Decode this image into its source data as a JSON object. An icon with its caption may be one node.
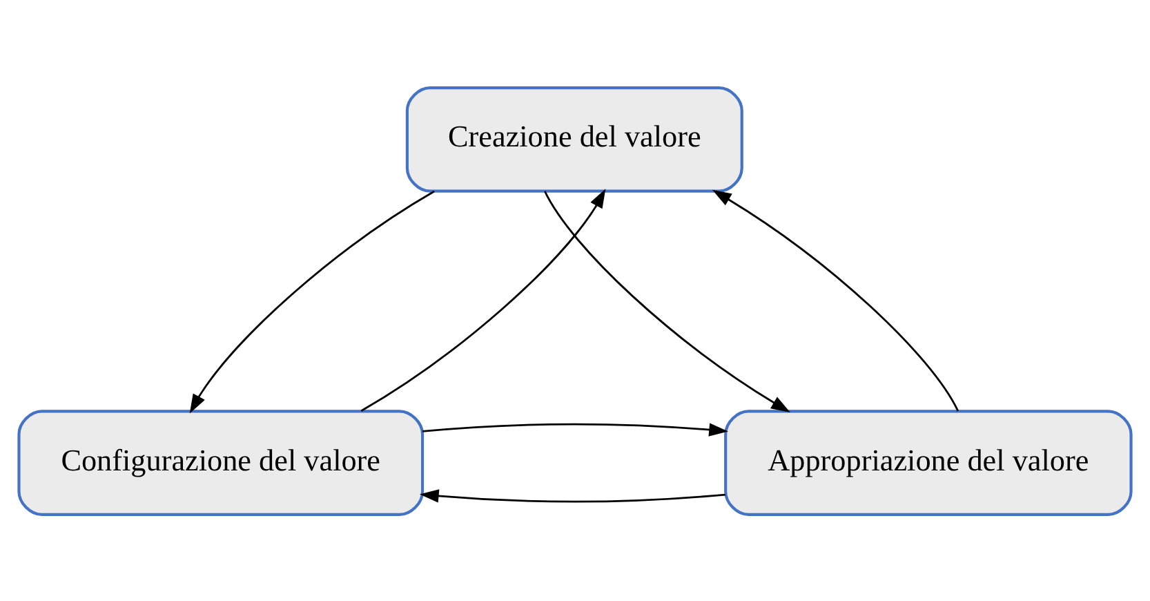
{
  "diagram": {
    "nodes": [
      {
        "text": [
          "Creazione del valore"
        ]
      },
      {
        "text": [
          "Configurazione del valore"
        ]
      },
      {
        "text": [
          "Appropriazione del valore"
        ]
      }
    ],
    "edges": [
      {
        "from": 1,
        "to": 0,
        "arrow": "to"
      },
      {
        "from": 0,
        "to": 1,
        "arrow": "to"
      },
      {
        "from": 2,
        "to": 0,
        "arrow": "to"
      },
      {
        "from": 0,
        "to": 2,
        "arrow": "to"
      },
      {
        "from": 2,
        "to": 1,
        "arrow": "to"
      },
      {
        "from": 1,
        "to": 2,
        "arrow": "to"
      }
    ]
  }
}
